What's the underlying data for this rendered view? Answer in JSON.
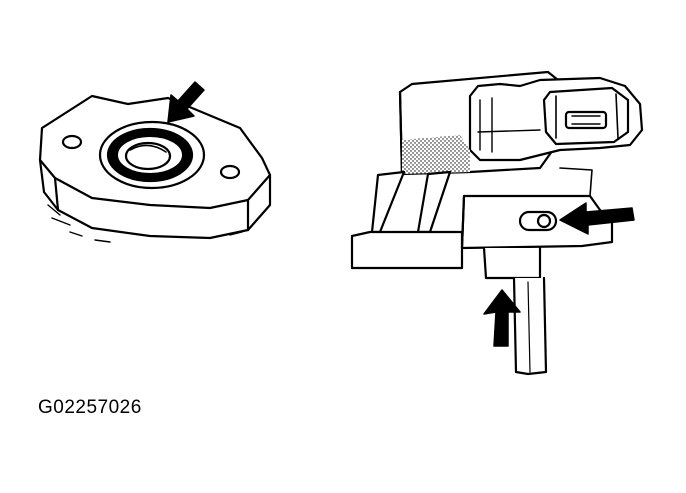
{
  "figure": {
    "id_label": "G02257026",
    "ink_color": "#000000",
    "background": "#ffffff"
  },
  "components": [
    {
      "part": "flange-with-seal-ring",
      "arrows": 1
    },
    {
      "part": "sensor-with-connector",
      "arrows": 2
    }
  ]
}
